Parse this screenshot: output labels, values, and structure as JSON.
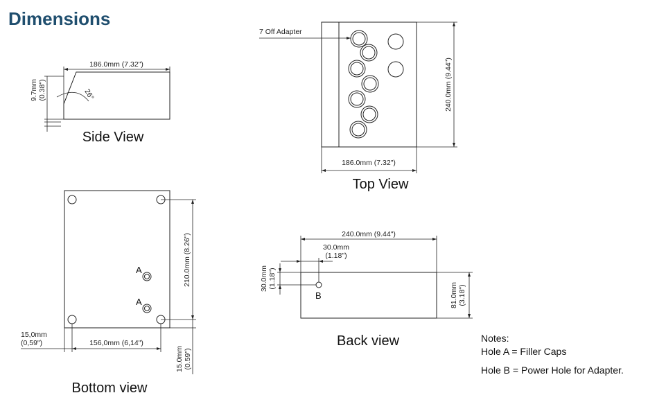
{
  "page_title": "Dimensions",
  "side_view": {
    "title": "Side View",
    "width_dim": "186.0mm (7.32\")",
    "height_dim_mm": "9.7mm",
    "height_dim_in": "(0.38\")",
    "angle": "26°"
  },
  "top_view": {
    "title": "Top View",
    "adapter_label": "7 Off  Adapter",
    "width_dim": "186.0mm (7.32\")",
    "height_dim": "240.0mm (9.44\")"
  },
  "bottom_view": {
    "title": "Bottom view",
    "hole_a_label": "A",
    "height_dim": "210.0mm (8.26\")",
    "left_dim_mm": "15,0mm",
    "left_dim_in": "(0,59\")",
    "width_dim": "156,0mm (6,14\")",
    "bottom_dim_mm": "15.0mm",
    "bottom_dim_in": "(0.59\")"
  },
  "back_view": {
    "title": "Back view",
    "width_dim": "240.0mm (9.44\")",
    "offset_mm": "30.0mm",
    "offset_in": "(1.18\")",
    "vert_mm": "30.0mm",
    "vert_in": "(1.18\")",
    "height_mm": "81.0mm",
    "height_in": "(3.18\")",
    "hole_b_label": "B"
  },
  "notes": {
    "title": "Notes:",
    "line1": "Hole A = Filler Caps",
    "line2": "Hole B = Power Hole for Adapter."
  }
}
